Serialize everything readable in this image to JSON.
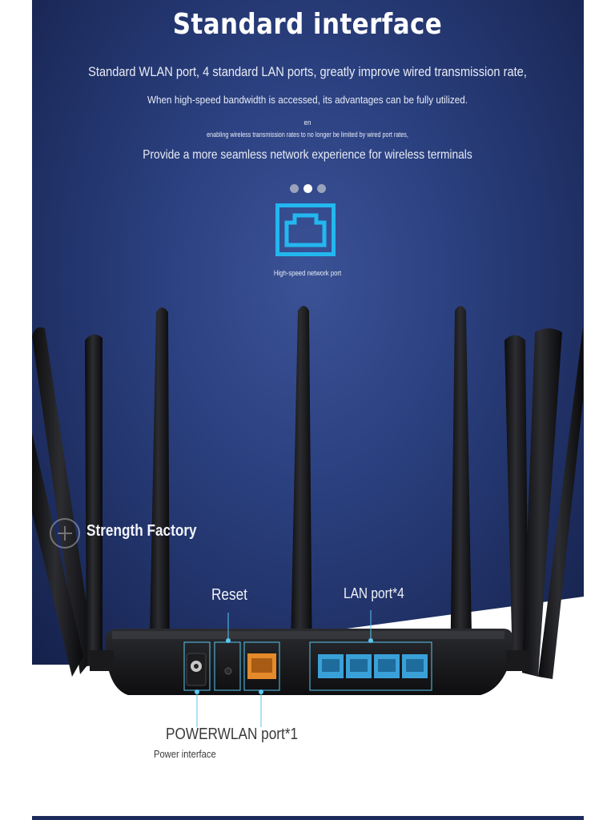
{
  "header": {
    "title": "Standard interface",
    "line1": "Standard WLAN port, 4 standard LAN ports, greatly improve wired transmission rate,",
    "line2": "When high-speed bandwidth is accessed, its advantages can be fully utilized.",
    "line3": "en",
    "line4": "enabling wireless transmission rates to no longer be limited by wired port rates,",
    "line5": "Provide a more seamless network experience for wireless terminals"
  },
  "carousel": {
    "dot_count": 3,
    "active_index": 1
  },
  "feature": {
    "icon": "ethernet-port-icon",
    "caption": "High-speed network port"
  },
  "watermark": {
    "text": "Strength Factory"
  },
  "callouts": {
    "reset": "Reset",
    "lan": "LAN port*4",
    "wlan": "POWERWLAN port*1",
    "power": "Power interface"
  },
  "colors": {
    "background_navy": "#1c2b5c",
    "icon_cyan": "#23b7ef",
    "callout_line": "#5ac6ee",
    "wan_port_orange": "#e58a2a",
    "lan_port_blue": "#3aa0d8"
  }
}
